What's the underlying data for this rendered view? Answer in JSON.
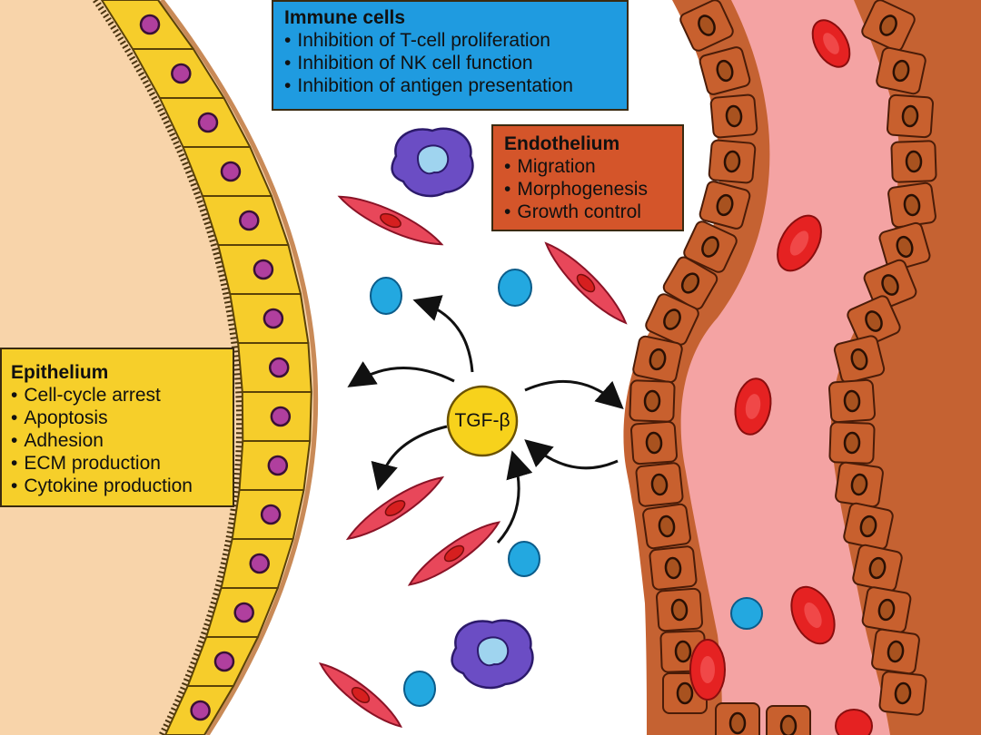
{
  "immune": {
    "title": "Immune cells",
    "items": [
      "Inhibition of T-cell proliferation",
      "Inhibition of NK cell function",
      "Inhibition of antigen presentation"
    ]
  },
  "endothelium": {
    "title": "Endothelium",
    "items": [
      "Migration",
      "Morphogenesis",
      "Growth control"
    ]
  },
  "epithelium": {
    "title": "Epithelium",
    "items": [
      "Cell-cycle arrest",
      "Apoptosis",
      "Adhesion",
      "ECM production",
      "Cytokine production"
    ]
  },
  "center": {
    "label": "TGF-β"
  },
  "colors": {
    "immune_box": "#1f9be0",
    "endothelium_box": "#d4552a",
    "epithelium_box": "#f6cf2a",
    "tgf_circle": "#f7d21c",
    "vessel_lumen": "#f4a3a3",
    "endothelial_cell": "#c8602e",
    "red_blood_cell": "#e52222",
    "epithelial_cell": "#f6cd2b",
    "epithelial_nucleus": "#b03f9e",
    "tissue_background": "#f8d4aa",
    "fibroblast": "#e8475a",
    "lymphocyte": "#23a8e0",
    "macrophage": "#6b4dc4"
  }
}
